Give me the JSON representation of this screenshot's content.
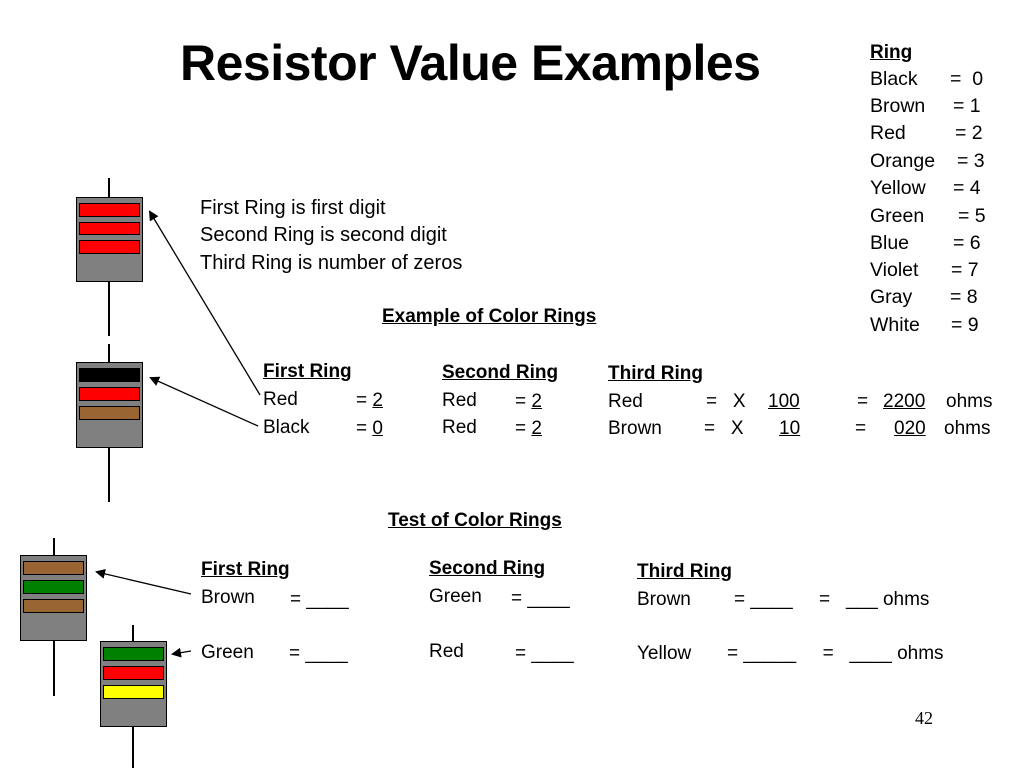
{
  "title": "Resistor Value Examples",
  "slide_number": "42",
  "legend": {
    "heading": "Ring",
    "rows": [
      {
        "color": "Black",
        "eq": "=  0"
      },
      {
        "color": "Brown",
        "eq": "= 1"
      },
      {
        "color": "Red",
        "eq": "= 2"
      },
      {
        "color": "Orange",
        "eq": "= 3"
      },
      {
        "color": "Yellow",
        "eq": "= 4"
      },
      {
        "color": "Green",
        "eq": "= 5"
      },
      {
        "color": "Blue",
        "eq": "= 6"
      },
      {
        "color": "Violet",
        "eq": "= 7"
      },
      {
        "color": "Gray",
        "eq": "= 8"
      },
      {
        "color": "White",
        "eq": "= 9"
      }
    ]
  },
  "rules": [
    "First Ring is first digit",
    "Second Ring is second digit",
    "Third Ring is number of zeros"
  ],
  "example": {
    "heading": "Example of Color Rings",
    "first_ring": {
      "heading": "First Ring",
      "rows": [
        {
          "color": "Red",
          "eq": "= ",
          "val": "2"
        },
        {
          "color": "Black",
          "eq": "= ",
          "val": "0"
        }
      ]
    },
    "second_ring": {
      "heading": "Second Ring",
      "rows": [
        {
          "color": "Red",
          "eq": "= ",
          "val": "2"
        },
        {
          "color": "Red",
          "eq": "= ",
          "val": "2"
        }
      ]
    },
    "third_ring": {
      "heading": "Third Ring",
      "rows": [
        {
          "color": "Red",
          "eq": "=   X",
          "mult": "100",
          "eq2": "=",
          "result": "2200",
          "unit": "ohms"
        },
        {
          "color": "Brown",
          "eq": "=   X",
          "mult": "10",
          "eq2": "=",
          "result": "020",
          "unit": "ohms"
        }
      ]
    }
  },
  "test": {
    "heading": "Test of Color Rings",
    "first_ring": {
      "heading": "First Ring",
      "rows": [
        {
          "color": "Brown",
          "blank": "= ____"
        },
        {
          "color": "Green",
          "blank": "= ____"
        }
      ]
    },
    "second_ring": {
      "heading": "Second Ring",
      "rows": [
        {
          "color": "Green",
          "blank": "= ____"
        },
        {
          "color": "Red",
          "blank": "= ____"
        }
      ]
    },
    "third_ring": {
      "heading": "Third Ring",
      "rows": [
        {
          "color": "Brown",
          "blank": "= ____     =   ___ ohms"
        },
        {
          "color": "Yellow",
          "blank": "= _____     =   ____ ohms"
        }
      ]
    }
  },
  "band_colors": {
    "red": "#ff0000",
    "black": "#000000",
    "brown": "#996633",
    "green": "#008000",
    "yellow": "#ffff00",
    "body_gray": "#808080"
  }
}
